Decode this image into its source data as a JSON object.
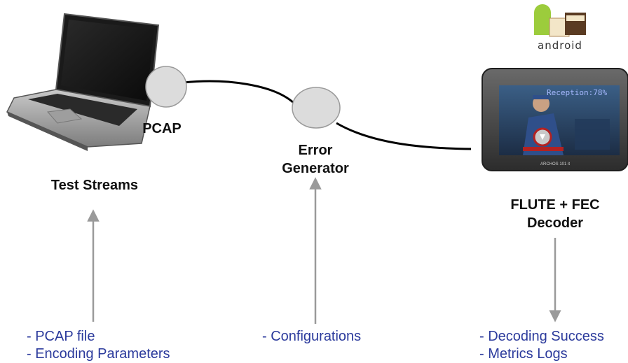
{
  "labels": {
    "pcap": "PCAP",
    "test_streams": "Test Streams",
    "error_generator_line1": "Error",
    "error_generator_line2": "Generator",
    "decoder_line1": "FLUTE + FEC",
    "decoder_line2": "Decoder"
  },
  "inputs": {
    "left": [
      "- PCAP file",
      "- Encoding Parameters"
    ],
    "middle": [
      "- Configurations"
    ],
    "right": [
      "- Decoding Success",
      "- Metrics Logs"
    ]
  },
  "tablet": {
    "overlay_text": "Reception:78%",
    "brand_text": "ARCHOS 101 it"
  },
  "android_logo_text": "android",
  "colors": {
    "input_text": "#2b3a9c",
    "node_fill": "#dcdcdc",
    "arrow": "#9a9a9a"
  }
}
